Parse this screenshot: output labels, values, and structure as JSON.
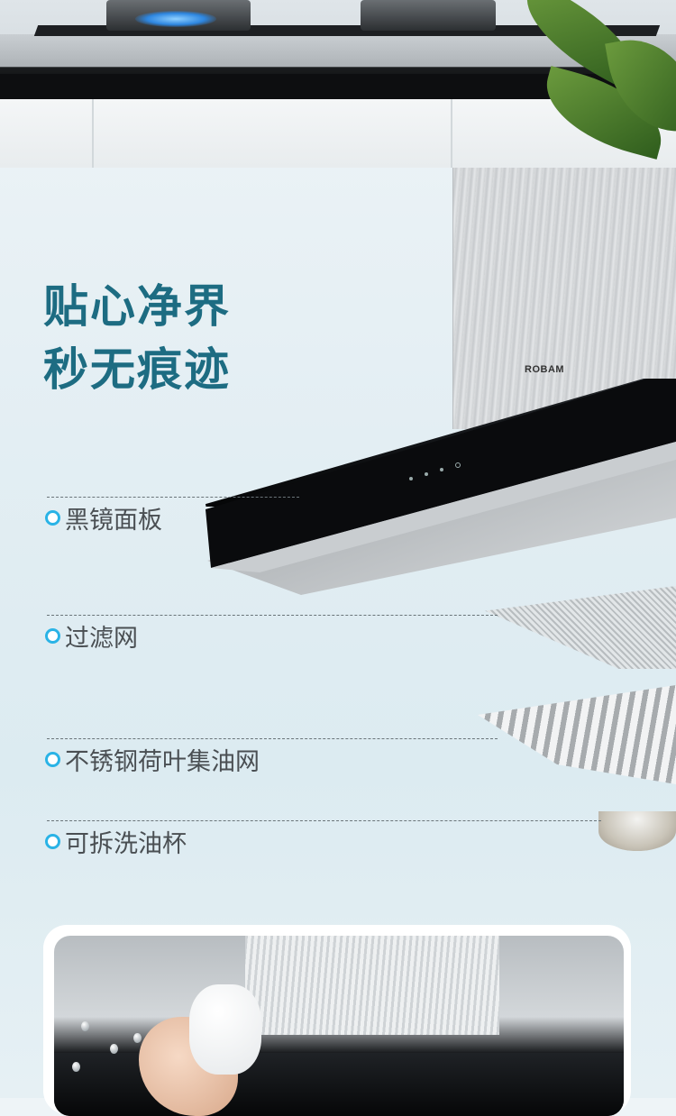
{
  "headline": {
    "line1": "贴心净界",
    "line2": "秒无痕迹"
  },
  "brand": "ROBAM",
  "features": [
    {
      "label": "黑镜面板"
    },
    {
      "label": "过滤网"
    },
    {
      "label": "不锈钢荷叶集油网"
    },
    {
      "label": "可拆洗油杯"
    }
  ],
  "colors": {
    "headline": "#1d6c82",
    "bullet": "#2ab3e6",
    "feature_text": "#4a4f53"
  },
  "icons": {
    "bullet": "ring-dot-icon"
  }
}
